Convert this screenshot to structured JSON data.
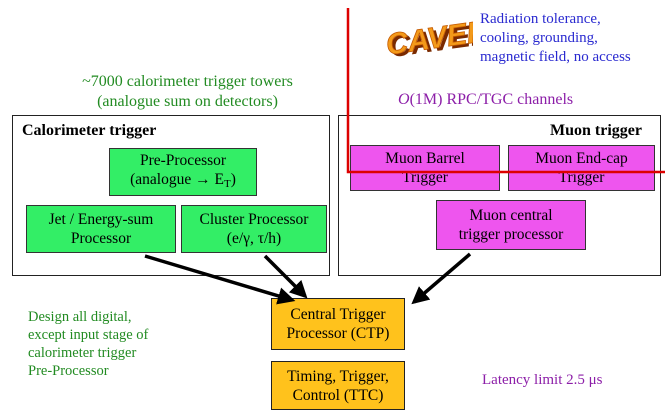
{
  "top_note": {
    "line1": "~7000 calorimeter trigger towers",
    "line2": "(analogue sum on detectors)"
  },
  "cavern": {
    "logo_text": "CAVERN",
    "note_line1": "Radiation tolerance,",
    "note_line2": "cooling, grounding,",
    "note_line3": "magnetic field, no access"
  },
  "rpc_note": {
    "prefix": "O",
    "rest": "(1M) RPC/TGC channels"
  },
  "calorimeter_panel": {
    "title": "Calorimeter trigger"
  },
  "muon_panel": {
    "title": "Muon trigger"
  },
  "boxes": {
    "pre_processor": {
      "line1": "Pre-Processor",
      "line2_main": "(analogue → E",
      "line2_sub": "T",
      "line2_end": ")"
    },
    "jet_energy": {
      "line1": "Jet / Energy-sum",
      "line2": "Processor"
    },
    "cluster": {
      "line1": "Cluster Processor",
      "line2": "(e/γ, τ/h)"
    },
    "muon_barrel": {
      "line1": "Muon Barrel",
      "line2": "Trigger"
    },
    "muon_endcap": {
      "line1": "Muon End-cap",
      "line2": "Trigger"
    },
    "muon_central": {
      "line1": "Muon central",
      "line2": "trigger processor"
    },
    "ctp": {
      "line1": "Central Trigger",
      "line2": "Processor (CTP)"
    },
    "ttc": {
      "line1": "Timing, Trigger,",
      "line2": "Control (TTC)"
    }
  },
  "design_note": {
    "line1": "Design all digital,",
    "line2": "except input stage of",
    "line3": "calorimeter trigger",
    "line4": "Pre-Processor"
  },
  "latency_note": {
    "text": "Latency limit 2.5 μs"
  },
  "colors": {
    "green_box": "#33ee66",
    "magenta_box": "#ee55ee",
    "orange_box": "#ffc21c",
    "cavern_line": "#dd0000",
    "green_text": "#228b22",
    "blue_text": "#2a2ad0",
    "purple_text": "#8c1ea8"
  }
}
